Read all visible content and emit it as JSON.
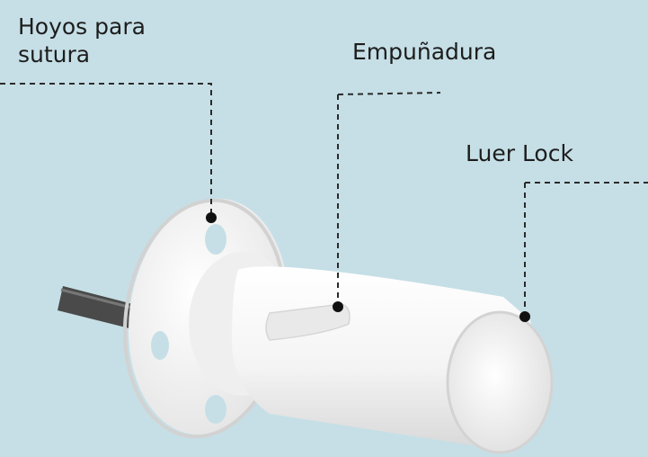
{
  "callouts": {
    "suture_holes": {
      "line1": "Hoyos para",
      "line2": "sutura"
    },
    "grip": {
      "label": "Empuñadura"
    },
    "luer_lock": {
      "label": "Luer Lock"
    }
  },
  "colors": {
    "background": "#c6dfe6",
    "device": "#f7f7f7",
    "leader": "#2a2a2a"
  }
}
